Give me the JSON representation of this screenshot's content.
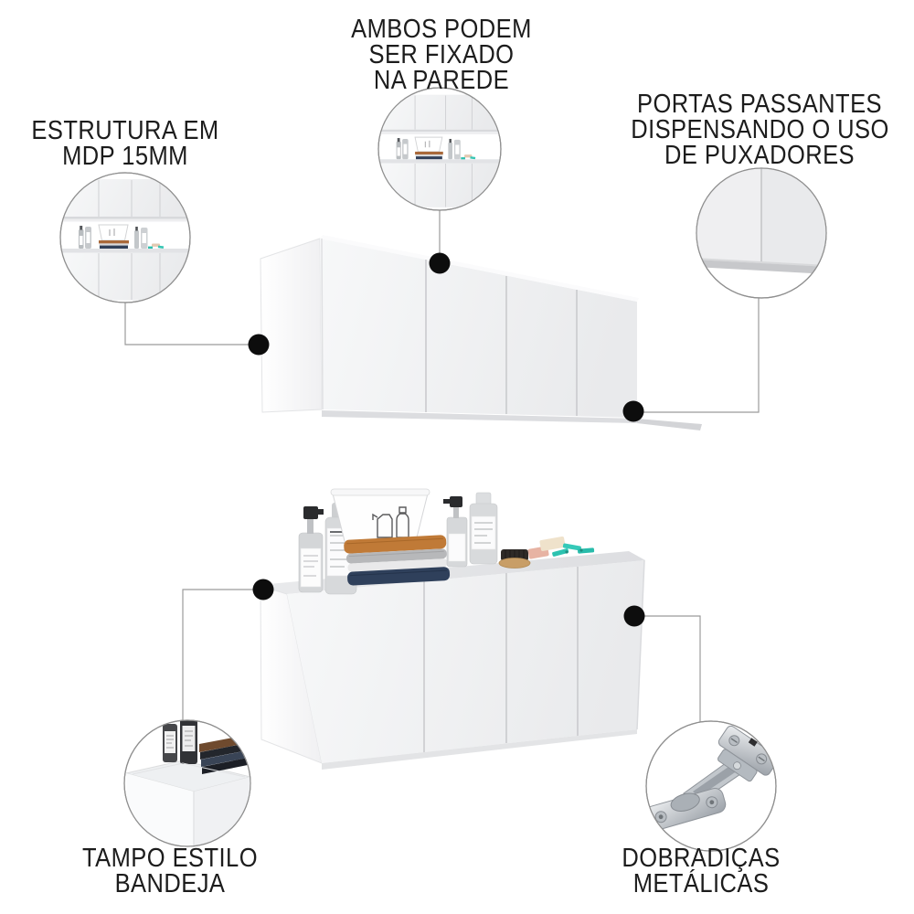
{
  "meta": {
    "language": "pt-BR",
    "kind": "furniture-product-infographic"
  },
  "palette": {
    "background": "#ffffff",
    "text": "#1c1c1c",
    "connector_line": "#9b9b9b",
    "callout_dot": "#0d0d0d",
    "inset_ring": "#8f8f8f",
    "cabinet_white": "#f3f4f5",
    "towel_mustard": "#c07a37",
    "towel_gray": "#b7b8ba",
    "towel_navy": "#2f405b",
    "clothespin_teal": "#2cc2b0",
    "hinge_steel": "#aab0b6"
  },
  "callouts": {
    "wall_mount": {
      "lines": [
        "AMBOS PODEM",
        "SER FIXADO",
        "NA PAREDE"
      ]
    },
    "structure": {
      "lines": [
        "ESTRUTURA EM",
        "MDP 15MM"
      ]
    },
    "doors": {
      "lines": [
        "PORTAS PASSANTES",
        "DISPENSANDO O USO",
        "DE PUXADORES"
      ]
    },
    "tray_top": {
      "lines": [
        "TAMPO ESTILO",
        "BANDEJA"
      ]
    },
    "hinges": {
      "lines": [
        "DOBRADIÇAS",
        "METÁLICAS"
      ]
    }
  },
  "figures": {
    "insets": [
      {
        "name": "wall-mounted-set-detail-left"
      },
      {
        "name": "wall-mounted-set-detail-center"
      },
      {
        "name": "handleless-doors-detail"
      },
      {
        "name": "tray-style-top-corner-detail"
      },
      {
        "name": "metal-hinge-detail"
      }
    ],
    "main": [
      {
        "name": "upper-wall-cabinet-4-doors"
      },
      {
        "name": "lower-wall-cabinet-4-doors-with-decor"
      }
    ]
  }
}
